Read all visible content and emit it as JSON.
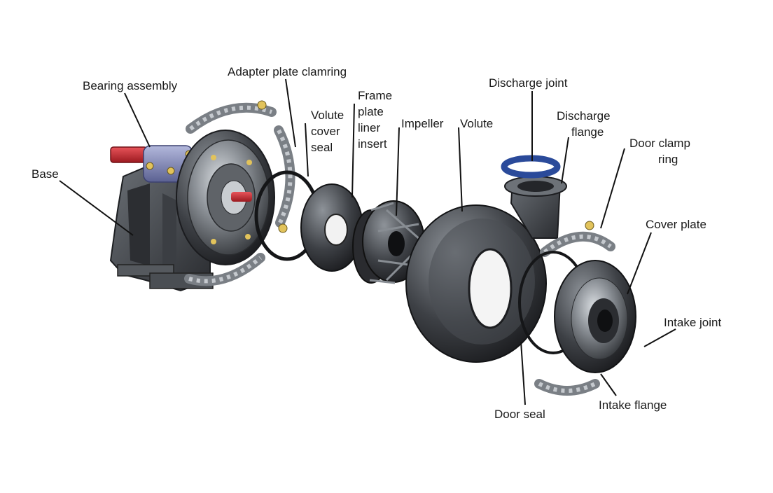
{
  "labels": {
    "bearing_assembly": "Bearing assembly",
    "adapter_plate_clamring": "Adapter plate clamring",
    "volute_cover_seal": [
      "Volute",
      "cover",
      "seal"
    ],
    "frame_plate_liner_insert": [
      "Frame",
      "plate",
      "liner",
      "insert"
    ],
    "impeller": "Impeller",
    "volute": "Volute",
    "discharge_joint": "Discharge joint",
    "discharge_flange": [
      "Discharge",
      "flange"
    ],
    "door_clamp_ring": [
      "Door clamp",
      "ring"
    ],
    "base": "Base",
    "cover_plate": "Cover plate",
    "intake_joint": "Intake joint",
    "door_seal": "Door seal",
    "intake_flange": "Intake flange"
  },
  "colors": {
    "metal_dark": "#3a3d42",
    "metal_mid": "#6d7278",
    "metal_light": "#b9bec4",
    "rubber": "#1e1f22",
    "shaft_red": "#c8262d",
    "bearing_blue": "#7f86b6",
    "seal_blue": "#2a4a9a"
  }
}
